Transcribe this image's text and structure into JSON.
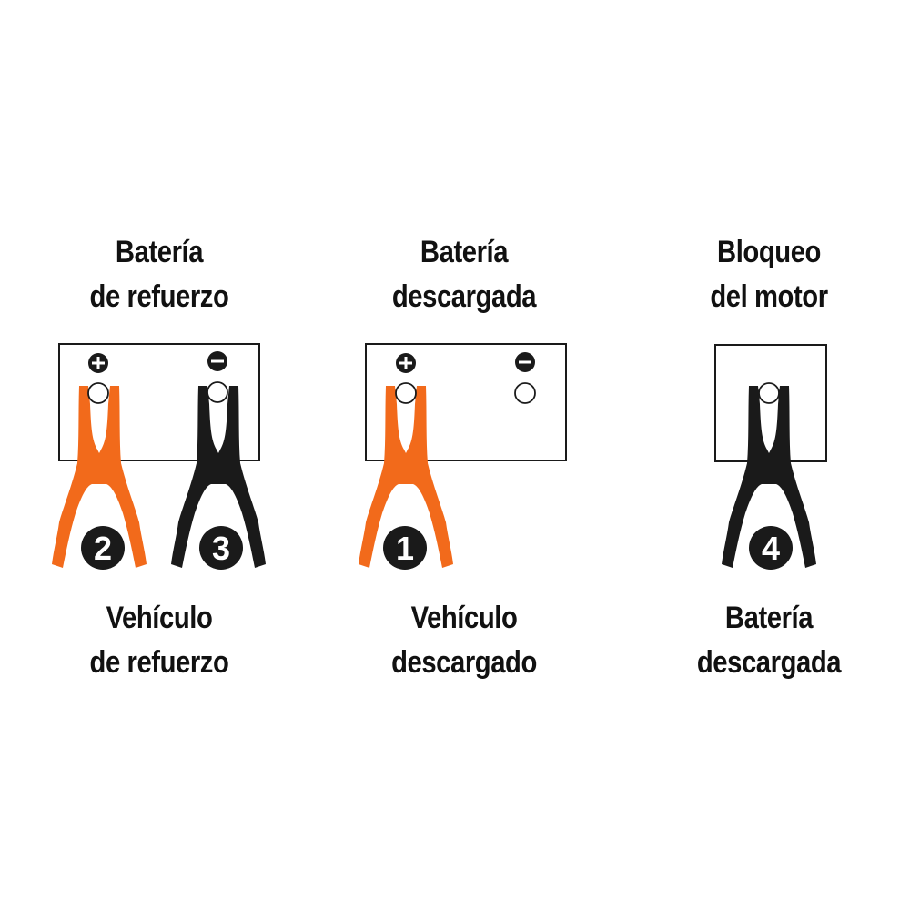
{
  "colors": {
    "orange": "#f26a1b",
    "black": "#1a1a1a",
    "background": "#ffffff"
  },
  "panels": [
    {
      "id": "booster",
      "top_label": [
        "Batería",
        "de refuerzo"
      ],
      "bottom_label": [
        "Vehículo",
        "de refuerzo"
      ],
      "terminals": [
        {
          "polarity": "+",
          "symbol": "plus-icon"
        },
        {
          "polarity": "−",
          "symbol": "minus-icon"
        }
      ],
      "clamps": [
        {
          "color": "orange",
          "step": "2",
          "terminal": "+"
        },
        {
          "color": "black",
          "step": "3",
          "terminal": "−"
        }
      ]
    },
    {
      "id": "discharged",
      "top_label": [
        "Batería",
        "descargada"
      ],
      "bottom_label": [
        "Vehículo",
        "descargado"
      ],
      "terminals": [
        {
          "polarity": "+",
          "symbol": "plus-icon"
        },
        {
          "polarity": "−",
          "symbol": "minus-icon"
        }
      ],
      "clamps": [
        {
          "color": "orange",
          "step": "1",
          "terminal": "+"
        }
      ]
    },
    {
      "id": "engine-block",
      "top_label": [
        "Bloqueo",
        "del motor"
      ],
      "bottom_label": [
        "Batería",
        "descargada"
      ],
      "terminals": [],
      "clamps": [
        {
          "color": "black",
          "step": "4",
          "terminal": "engine block"
        }
      ]
    }
  ]
}
